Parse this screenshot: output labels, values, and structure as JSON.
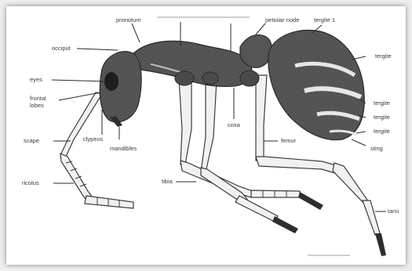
{
  "diagram": {
    "labels": {
      "occiput": "occiput",
      "pronotum": "pronotum",
      "petiolar_node": "petiolar node",
      "tergite_1": "tergite 1",
      "tergite_a": "tergite",
      "eyes": "eyes",
      "frontal_lobes": "frontal\nlobes",
      "tergite_b": "tergite",
      "tergite_c": "tergite",
      "tergite_d": "tergite",
      "coxa": "coxa",
      "scape": "scape",
      "clypeus": "clypeus",
      "mandibles": "mandibles",
      "femur": "femur",
      "sting": "sting",
      "flagellum": "ricolus",
      "tibia": "tibia",
      "tarsus": "tarsi"
    }
  },
  "colors": {
    "body_dark": "#3e3e3e",
    "body_mid": "#6b6b6b",
    "leg_fill": "#f1f1f1",
    "band_light": "#d8d8d8"
  }
}
